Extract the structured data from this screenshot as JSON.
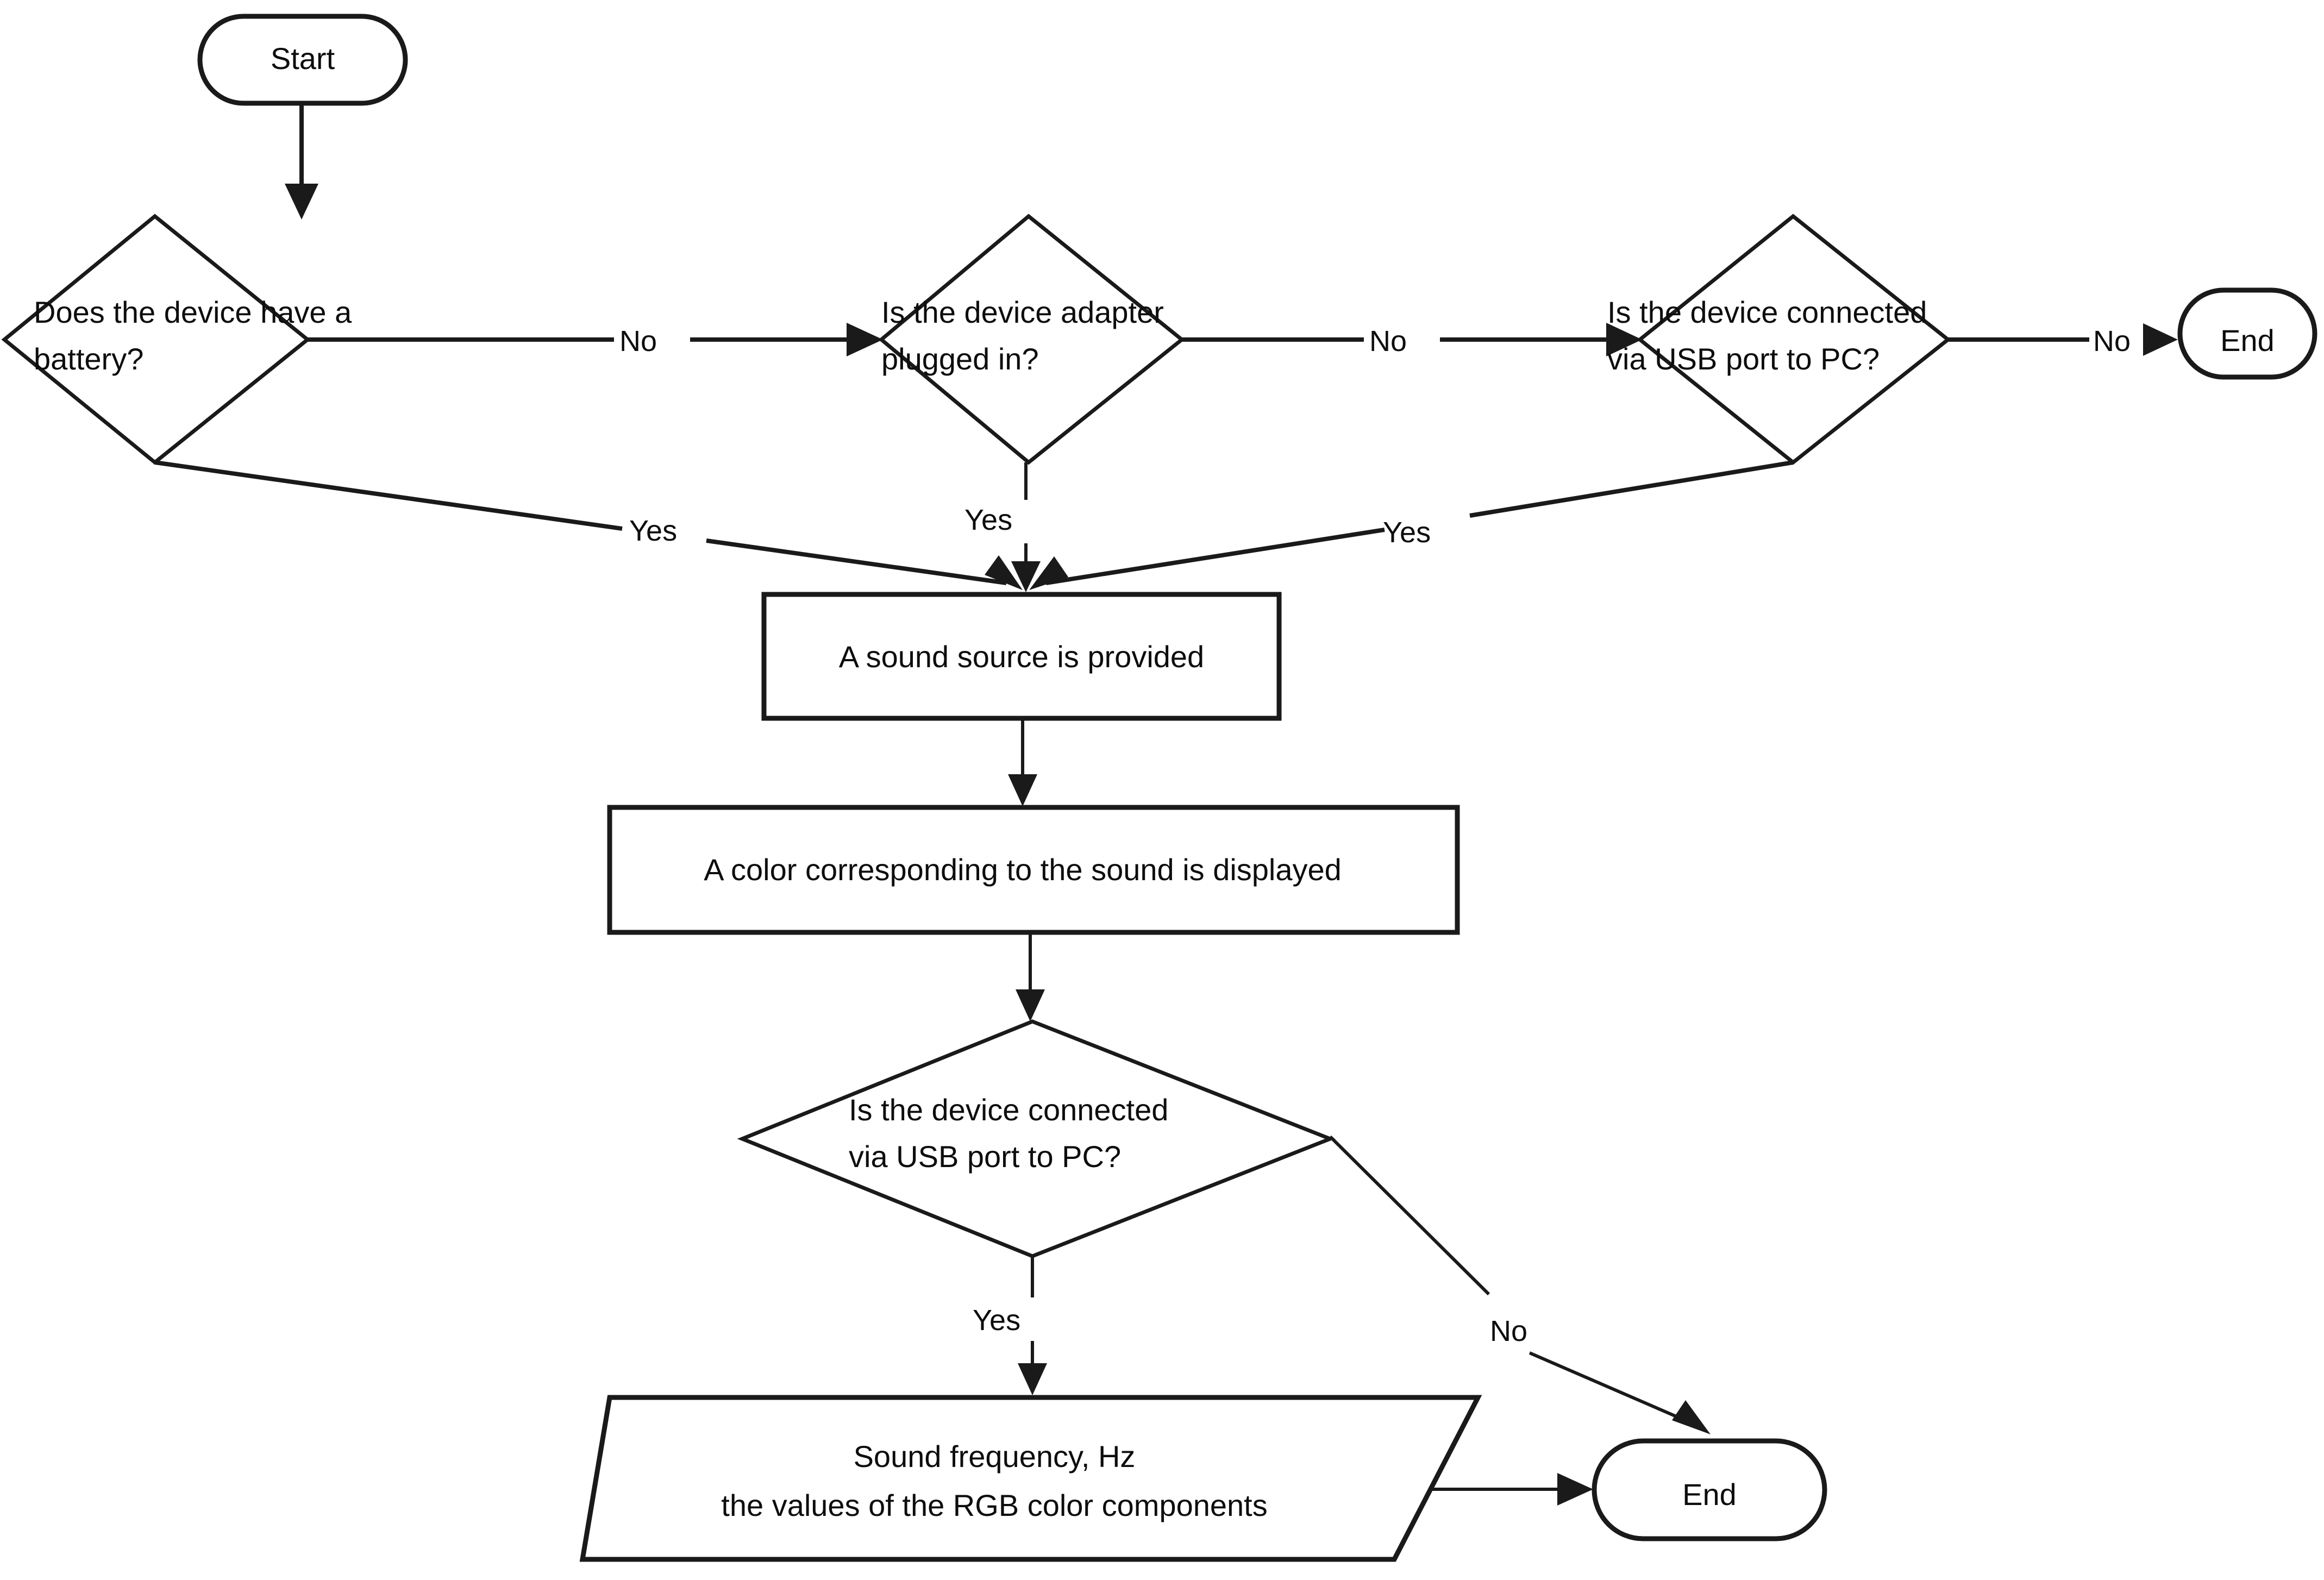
{
  "diagram": {
    "type": "flowchart",
    "title": "Device power and sound-to-color flowchart",
    "colors": {
      "background": "#ffffff",
      "stroke": "#1a1a1a",
      "text": "#0d0d0d",
      "node_fill": "#ffffff",
      "node_top_tint": "#eef3fb"
    }
  },
  "nodes": {
    "start": {
      "label": "Start",
      "shape": "terminator"
    },
    "d1": {
      "line1": "Does the device have a",
      "line2": "battery?",
      "shape": "decision"
    },
    "d2": {
      "line1": "Is the device adapter",
      "line2": "plugged in?",
      "shape": "decision"
    },
    "d3": {
      "line1": "Is the device connected",
      "line2": "via USB port to PC?",
      "shape": "decision"
    },
    "end_top": {
      "label": "End",
      "shape": "terminator"
    },
    "p1": {
      "label": "A sound source is provided",
      "shape": "process"
    },
    "p2": {
      "label": "A color corresponding to the sound is displayed",
      "shape": "process"
    },
    "d4": {
      "line1": "Is the device connected",
      "line2": "via USB port to PC?",
      "shape": "decision"
    },
    "io1": {
      "line1": "Sound frequency, Hz",
      "line2": "the values of the RGB color components",
      "shape": "data"
    },
    "end_bottom": {
      "label": "End",
      "shape": "terminator"
    }
  },
  "edges": {
    "d1_no": "No",
    "d2_no": "No",
    "d3_no": "No",
    "d1_yes": "Yes",
    "d2_yes": "Yes",
    "d3_yes": "Yes",
    "d4_yes": "Yes",
    "d4_no": "No"
  }
}
